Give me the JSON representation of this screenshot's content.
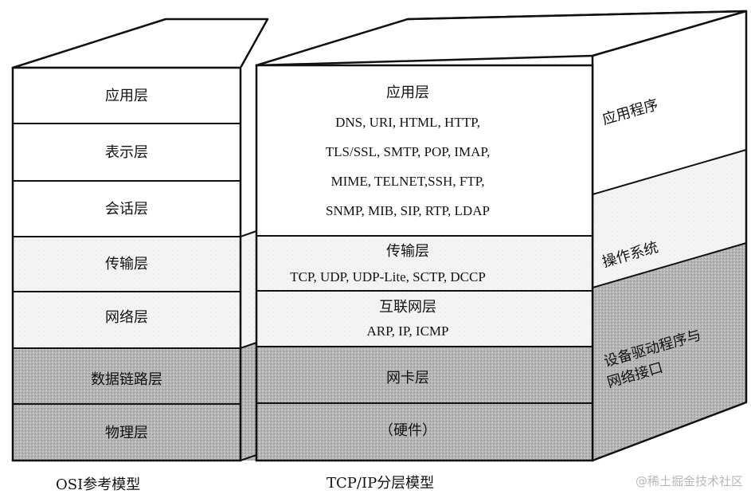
{
  "osi_model": {
    "caption": "OSI参考模型",
    "layers": [
      {
        "name": "应用层"
      },
      {
        "name": "表示层"
      },
      {
        "name": "会话层"
      },
      {
        "name": "传输层"
      },
      {
        "name": "网络层"
      },
      {
        "name": "数据链路层"
      },
      {
        "name": "物理层"
      }
    ]
  },
  "tcpip_model": {
    "caption": "TCP/IP分层模型",
    "layers": [
      {
        "name": "应用层",
        "protocols": [
          "DNS, URI, HTML, HTTP,",
          "TLS/SSL, SMTP, POP, IMAP,",
          "MIME, TELNET,SSH, FTP,",
          "SNMP, MIB, SIP, RTP, LDAP"
        ]
      },
      {
        "name": "传输层",
        "protocols": [
          "TCP, UDP, UDP-Lite, SCTP, DCCP"
        ]
      },
      {
        "name": "互联网层",
        "protocols": [
          "ARP, IP, ICMP"
        ]
      },
      {
        "name": "网卡层"
      },
      {
        "name": "（硬件）"
      }
    ]
  },
  "side_labels": {
    "application": "应用程序",
    "os": "操作系统",
    "driver_line1": "设备驱动程序与",
    "driver_line2": "网络接口"
  },
  "colors": {
    "white": "#ffffff",
    "light_texture": "#f3f3f3",
    "dark_texture": "#b4b4b4",
    "line": "#111111",
    "watermark": "#b8b8b8"
  },
  "watermark": "@稀土掘金技术社区"
}
